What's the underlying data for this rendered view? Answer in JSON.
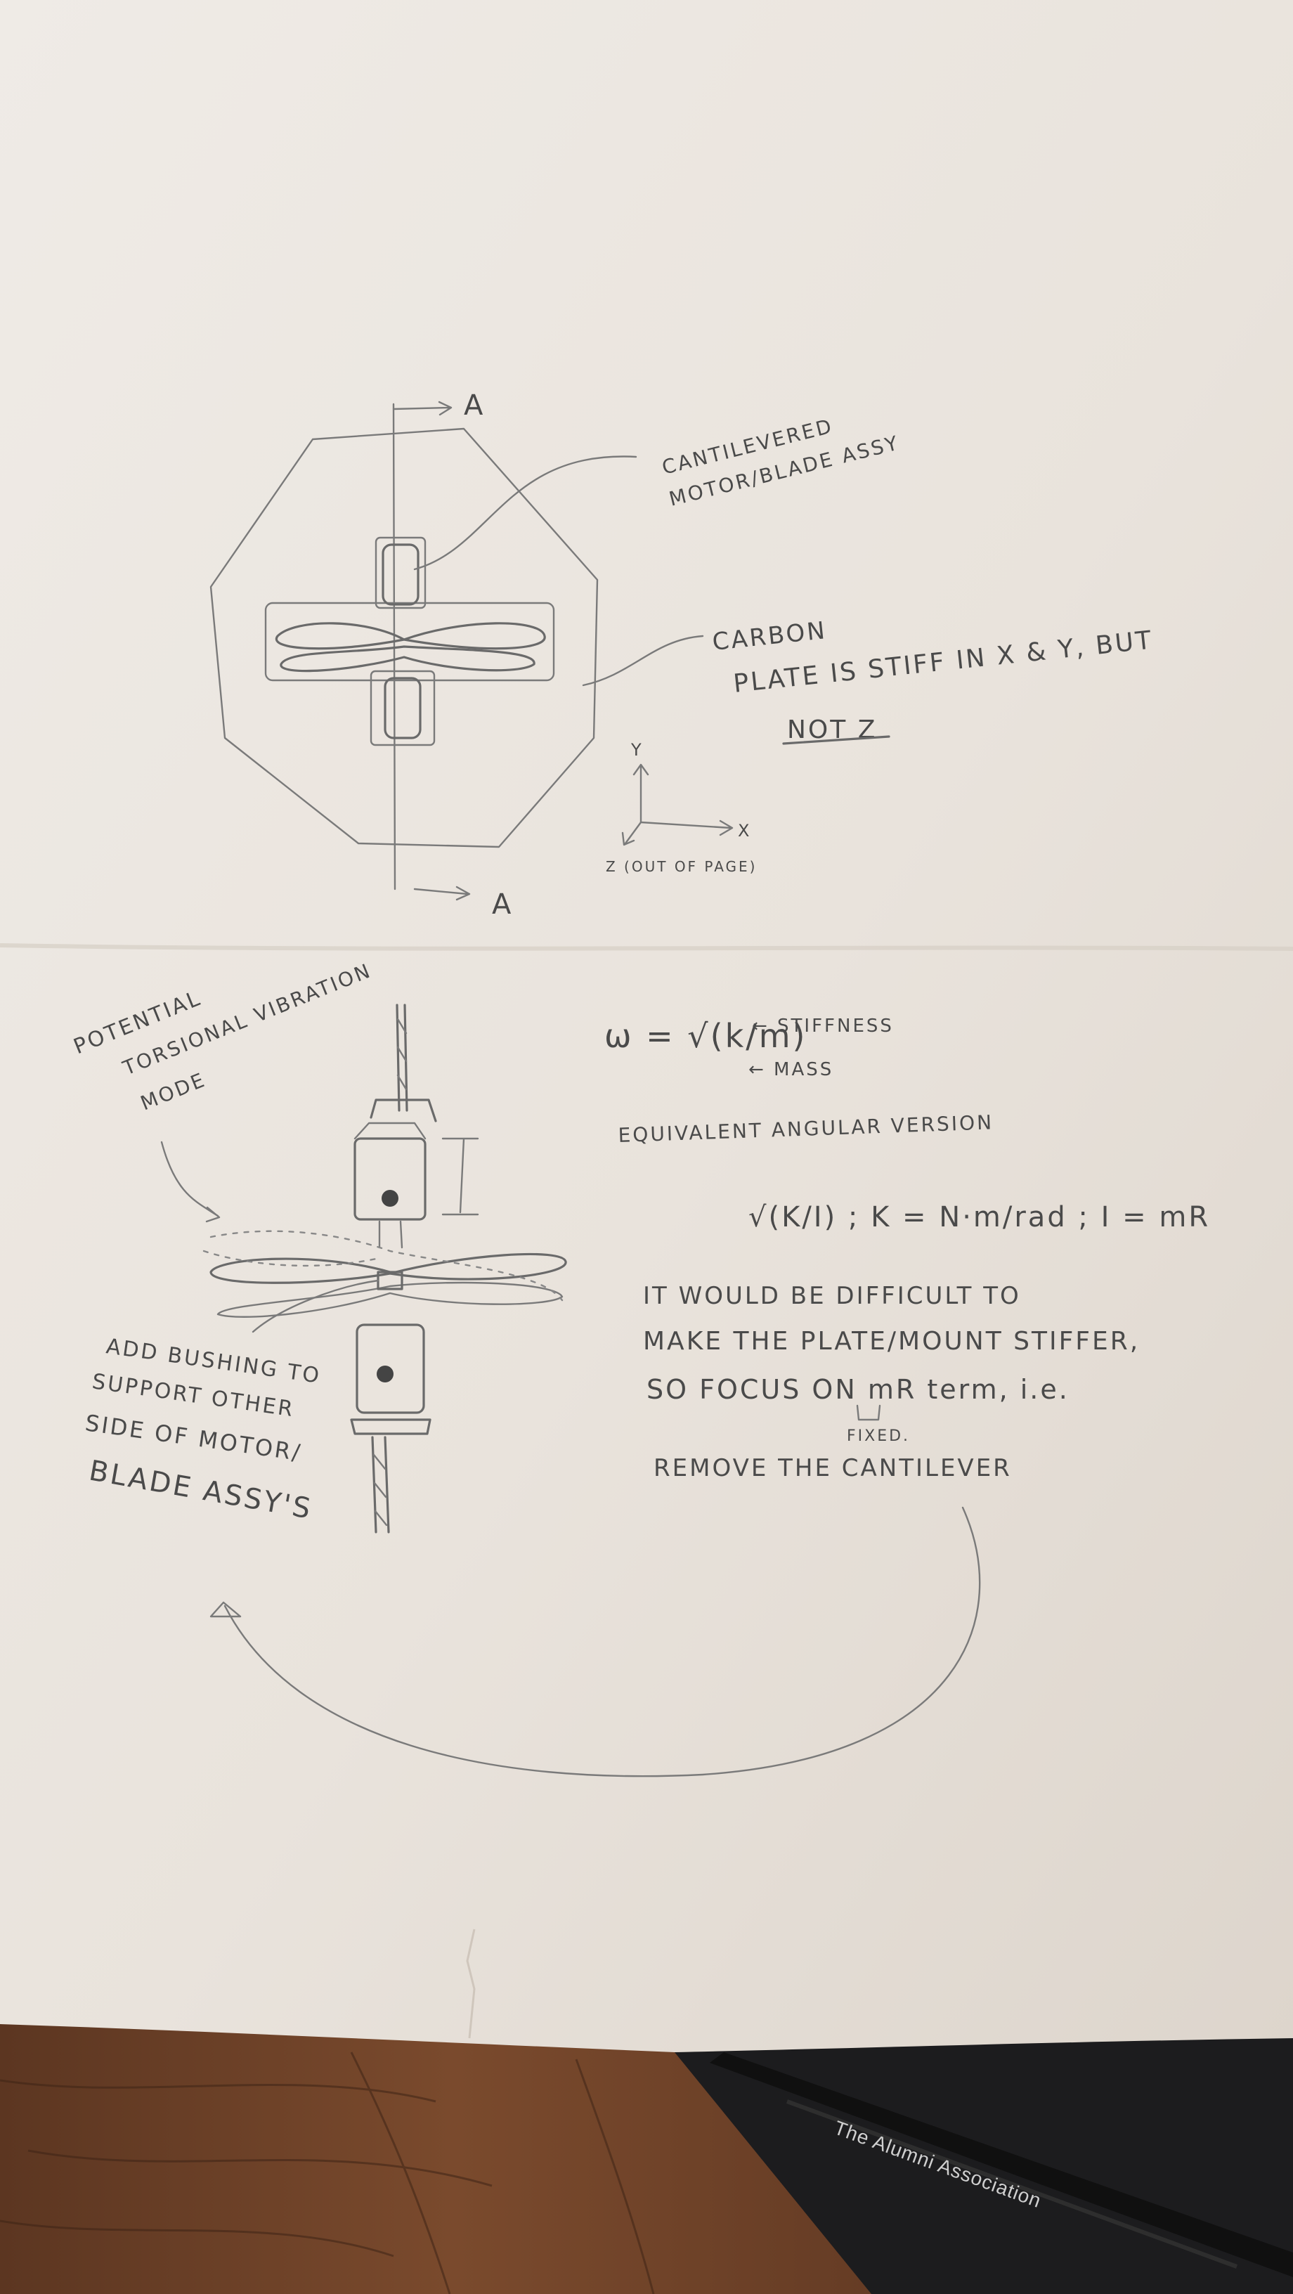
{
  "notes": {
    "section_a_top": "A",
    "section_a_bottom": "A",
    "cantilevered_line1": "CANTILEVERED",
    "cantilevered_line2": "MOTOR/BLADE ASSY",
    "carbon_line1": "CARBON",
    "carbon_line2": "PLATE IS STIFF IN X & Y, BUT",
    "carbon_line3": "NOT Z",
    "axis_y": "Y",
    "axis_x": "X",
    "axis_z": "Z (OUT OF PAGE)",
    "torsional_line1": "POTENTIAL",
    "torsional_line2": "TORSIONAL VIBRATION",
    "torsional_line3": "MODE",
    "omega_formula": "ω = √(k/m)",
    "stiffness_label": "← STIFFNESS",
    "mass_label": "← MASS",
    "equivalent": "EQUIVALENT ANGULAR VERSION",
    "angular_formula": "√(K/I) ;  K = N·m/rad ;  I = mR",
    "difficult_line1": "IT WOULD BE DIFFICULT TO",
    "difficult_line2": "MAKE THE PLATE/MOUNT STIFFER,",
    "difficult_line3": "SO FOCUS ON mR term, i.e.",
    "fixed_label": "FIXED.",
    "difficult_line4": "REMOVE THE CANTILEVER",
    "bushing_line1": "ADD BUSHING TO",
    "bushing_line2": "SUPPORT OTHER",
    "bushing_line3": "SIDE OF MOTOR/",
    "bushing_line4": "BLADE ASSY'S"
  },
  "pen": {
    "brand_text": "The Alumni Association"
  },
  "colors": {
    "paper": "#ece7e1",
    "paper_shadow": "#d9d2ca",
    "pencil": "#5e5e5e",
    "wood": "#6b4128",
    "wood_dark": "#3e2416",
    "pen_body": "#181818"
  }
}
